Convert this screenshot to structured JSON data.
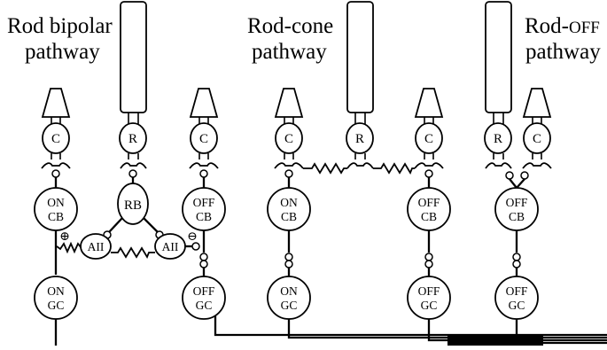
{
  "labels": {
    "rod_bipolar": [
      "Rod bipolar",
      "pathway"
    ],
    "rod_cone": [
      "Rod-cone",
      "pathway"
    ],
    "rod_off": [
      "Rod-OFF",
      "pathway"
    ]
  },
  "cells": {
    "cone": "C",
    "rod": "R",
    "on_bipolar": [
      "ON",
      "CB"
    ],
    "off_bipolar": [
      "OFF",
      "CB"
    ],
    "rod_bipolar": "RB",
    "amacrine": "AII",
    "on_ganglion": [
      "ON",
      "GC"
    ],
    "off_ganglion": [
      "OFF",
      "GC"
    ]
  },
  "signs": {
    "plus": "⊕",
    "minus": "⊖"
  }
}
